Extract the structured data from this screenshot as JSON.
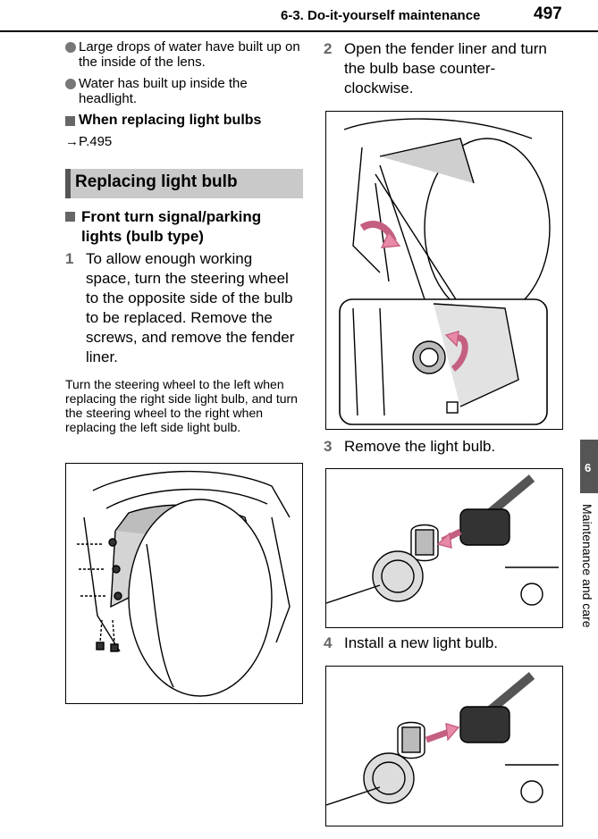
{
  "header": {
    "section": "6-3. Do-it-yourself maintenance",
    "page_number": "497"
  },
  "bullets": [
    "Large drops of water have built up on the inside of the lens.",
    "Water has built up inside the headlight."
  ],
  "sub_heading": "When replacing light bulbs",
  "reference": "→P.495",
  "section_title": "Replacing light bulb",
  "item_heading": "Front turn signal/parking lights (bulb type)",
  "steps": [
    {
      "num": "1",
      "text": "To allow enough working space, turn the steering wheel to the opposite side of the bulb to be replaced. Remove the screws, and remove the fender liner."
    },
    {
      "num": "2",
      "text": "Open the fender liner and turn the bulb base counter-clockwise."
    },
    {
      "num": "3",
      "text": "Remove the light bulb."
    },
    {
      "num": "4",
      "text": "Install a new light bulb."
    }
  ],
  "note": "Turn the steering wheel to the left when replacing the right side light bulb, and turn the steering wheel to the right when replacing the left side light bulb.",
  "side_tab": {
    "chapter_number": "6",
    "chapter_title": "Maintenance and care"
  },
  "colors": {
    "accent_arrow": "#e88aa6",
    "tab_gray": "#555555",
    "bar_gray": "#c9c9c9"
  }
}
